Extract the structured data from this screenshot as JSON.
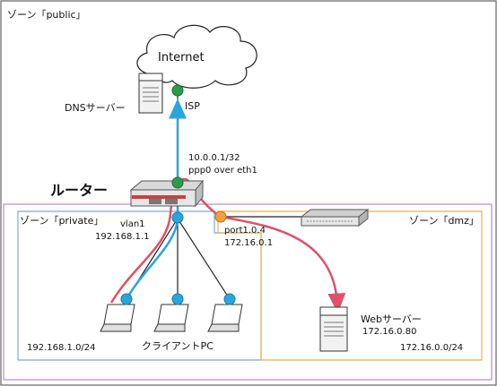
{
  "zones": {
    "public": "ゾーン「public」",
    "private": "ゾーン「private」",
    "dmz": "ゾーン「dmz」"
  },
  "internet": "Internet",
  "dns_server": "DNSサーバー",
  "isp": "ISP",
  "wan_address": "10.0.0.1/32",
  "wan_interface": "ppp0 over eth1",
  "router": "ルーター",
  "lan_interface": "vlan1",
  "lan_address": "192.168.1.1",
  "dmz_interface": "port1.0.4",
  "dmz_address": "172.16.0.1",
  "web_server": "Webサーバー",
  "web_server_address": "172.16.0.80",
  "private_network": "192.168.1.0/24",
  "dmz_network": "172.16.0.0/24",
  "clients": "クライアントPC",
  "colors": {
    "zone_public": "#c8a0d4",
    "zone_private": "#7fa9d2",
    "zone_dmz": "#e8b24a",
    "path_outbound": "#e0506a",
    "path_inbound": "#2aa6dc",
    "port_internal": "#2aa6dc",
    "port_external": "#2a9d4a",
    "port_dmz": "#f2a03a"
  }
}
